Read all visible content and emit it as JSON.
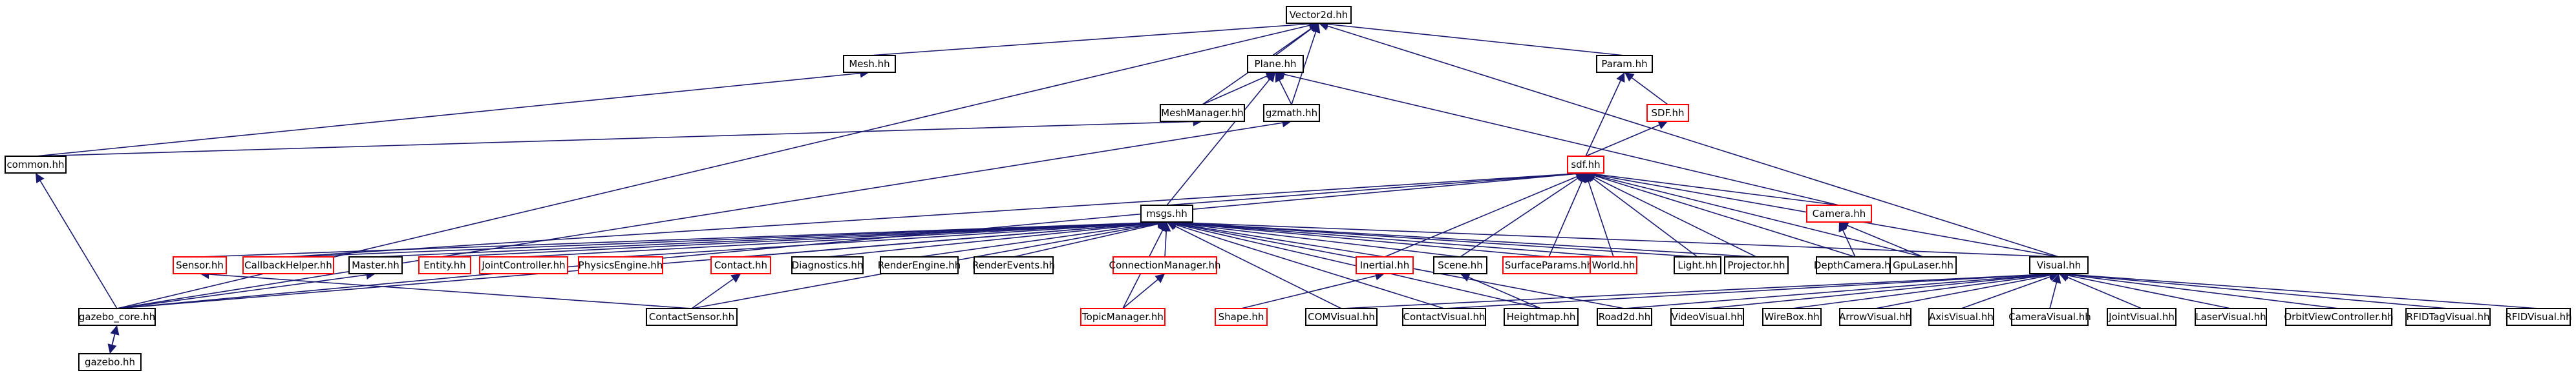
{
  "colors": {
    "normal_border": "#000000",
    "red_border": "#ff0000",
    "root_fill": "#bfbfbf",
    "edge": "#191970",
    "background": "#ffffff"
  },
  "nodes": [
    {
      "id": "vector2d",
      "label": "Vector2d.hh",
      "style": "root"
    },
    {
      "id": "mesh",
      "label": "Mesh.hh",
      "style": "normal"
    },
    {
      "id": "plane",
      "label": "Plane.hh",
      "style": "normal"
    },
    {
      "id": "param",
      "label": "Param.hh",
      "style": "normal"
    },
    {
      "id": "meshmanager",
      "label": "MeshManager.hh",
      "style": "normal"
    },
    {
      "id": "gzmath",
      "label": "gzmath.hh",
      "style": "normal"
    },
    {
      "id": "sdfcap",
      "label": "SDF.hh",
      "style": "red"
    },
    {
      "id": "common",
      "label": "common.hh",
      "style": "normal"
    },
    {
      "id": "sdf",
      "label": "sdf.hh",
      "style": "red"
    },
    {
      "id": "msgs",
      "label": "msgs.hh",
      "style": "normal"
    },
    {
      "id": "camera",
      "label": "Camera.hh",
      "style": "red"
    },
    {
      "id": "sensor",
      "label": "Sensor.hh",
      "style": "red"
    },
    {
      "id": "callbackhelper",
      "label": "CallbackHelper.hh",
      "style": "red"
    },
    {
      "id": "master",
      "label": "Master.hh",
      "style": "normal"
    },
    {
      "id": "entity",
      "label": "Entity.hh",
      "style": "red"
    },
    {
      "id": "jointcontroller",
      "label": "JointController.hh",
      "style": "red"
    },
    {
      "id": "physicsengine",
      "label": "PhysicsEngine.hh",
      "style": "red"
    },
    {
      "id": "contact",
      "label": "Contact.hh",
      "style": "red"
    },
    {
      "id": "diagnostics",
      "label": "Diagnostics.hh",
      "style": "normal"
    },
    {
      "id": "renderengine",
      "label": "RenderEngine.hh",
      "style": "normal"
    },
    {
      "id": "renderevents",
      "label": "RenderEvents.hh",
      "style": "normal"
    },
    {
      "id": "connectionmanager",
      "label": "ConnectionManager.hh",
      "style": "red"
    },
    {
      "id": "inertial",
      "label": "Inertial.hh",
      "style": "red"
    },
    {
      "id": "scene",
      "label": "Scene.hh",
      "style": "normal"
    },
    {
      "id": "surfaceparams",
      "label": "SurfaceParams.hh",
      "style": "red"
    },
    {
      "id": "world",
      "label": "World.hh",
      "style": "red"
    },
    {
      "id": "light",
      "label": "Light.hh",
      "style": "normal"
    },
    {
      "id": "projector",
      "label": "Projector.hh",
      "style": "normal"
    },
    {
      "id": "depthcamera",
      "label": "DepthCamera.hh",
      "style": "normal"
    },
    {
      "id": "gpulaser",
      "label": "GpuLaser.hh",
      "style": "normal"
    },
    {
      "id": "visual",
      "label": "Visual.hh",
      "style": "normal"
    },
    {
      "id": "gazebocore",
      "label": "gazebo_core.hh",
      "style": "normal"
    },
    {
      "id": "gazebo",
      "label": "gazebo.hh",
      "style": "normal"
    },
    {
      "id": "contactsensor",
      "label": "ContactSensor.hh",
      "style": "normal"
    },
    {
      "id": "topicmanager",
      "label": "TopicManager.hh",
      "style": "red"
    },
    {
      "id": "shape",
      "label": "Shape.hh",
      "style": "red"
    },
    {
      "id": "comvisual",
      "label": "COMVisual.hh",
      "style": "normal"
    },
    {
      "id": "contactvisual",
      "label": "ContactVisual.hh",
      "style": "normal"
    },
    {
      "id": "heightmap",
      "label": "Heightmap.hh",
      "style": "normal"
    },
    {
      "id": "road2d",
      "label": "Road2d.hh",
      "style": "normal"
    },
    {
      "id": "videovisual",
      "label": "VideoVisual.hh",
      "style": "normal"
    },
    {
      "id": "wirebox",
      "label": "WireBox.hh",
      "style": "normal"
    },
    {
      "id": "arrowvisual",
      "label": "ArrowVisual.hh",
      "style": "normal"
    },
    {
      "id": "axisvisual",
      "label": "AxisVisual.hh",
      "style": "normal"
    },
    {
      "id": "cameravisual",
      "label": "CameraVisual.hh",
      "style": "normal"
    },
    {
      "id": "jointvisual",
      "label": "JointVisual.hh",
      "style": "normal"
    },
    {
      "id": "laservisual",
      "label": "LaserVisual.hh",
      "style": "normal"
    },
    {
      "id": "orbitviewcontroller",
      "label": "OrbitViewController.hh",
      "style": "normal"
    },
    {
      "id": "rfidtagvisual",
      "label": "RFIDTagVisual.hh",
      "style": "normal"
    },
    {
      "id": "rfidvisual",
      "label": "RFIDVisual.hh",
      "style": "normal"
    }
  ],
  "edges": [
    [
      "mesh",
      "vector2d"
    ],
    [
      "plane",
      "vector2d"
    ],
    [
      "param",
      "vector2d"
    ],
    [
      "meshmanager",
      "vector2d"
    ],
    [
      "gzmath",
      "vector2d"
    ],
    [
      "common",
      "mesh"
    ],
    [
      "meshmanager",
      "plane"
    ],
    [
      "gzmath",
      "plane"
    ],
    [
      "msgs",
      "plane"
    ],
    [
      "camera",
      "plane"
    ],
    [
      "sdfcap",
      "param"
    ],
    [
      "sdf",
      "param"
    ],
    [
      "sdf",
      "sdfcap"
    ],
    [
      "common",
      "meshmanager"
    ],
    [
      "gazebocore",
      "gzmath"
    ],
    [
      "gazebocore",
      "common"
    ],
    [
      "msgs",
      "sdf"
    ],
    [
      "inertial",
      "sdf"
    ],
    [
      "scene",
      "sdf"
    ],
    [
      "surfaceparams",
      "sdf"
    ],
    [
      "world",
      "sdf"
    ],
    [
      "light",
      "sdf"
    ],
    [
      "projector",
      "sdf"
    ],
    [
      "depthcamera",
      "sdf"
    ],
    [
      "gpulaser",
      "sdf"
    ],
    [
      "visual",
      "sdf"
    ],
    [
      "callbackhelper",
      "sdf"
    ],
    [
      "gazebocore",
      "sdf"
    ],
    [
      "camera",
      "sdf"
    ],
    [
      "sensor",
      "msgs"
    ],
    [
      "callbackhelper",
      "msgs"
    ],
    [
      "master",
      "msgs"
    ],
    [
      "entity",
      "msgs"
    ],
    [
      "jointcontroller",
      "msgs"
    ],
    [
      "physicsengine",
      "msgs"
    ],
    [
      "contact",
      "msgs"
    ],
    [
      "diagnostics",
      "msgs"
    ],
    [
      "renderengine",
      "msgs"
    ],
    [
      "renderevents",
      "msgs"
    ],
    [
      "connectionmanager",
      "msgs"
    ],
    [
      "inertial",
      "msgs"
    ],
    [
      "scene",
      "msgs"
    ],
    [
      "surfaceparams",
      "msgs"
    ],
    [
      "world",
      "msgs"
    ],
    [
      "light",
      "msgs"
    ],
    [
      "projector",
      "msgs"
    ],
    [
      "visual",
      "msgs"
    ],
    [
      "gazebocore",
      "msgs"
    ],
    [
      "contactsensor",
      "msgs"
    ],
    [
      "topicmanager",
      "msgs"
    ],
    [
      "comvisual",
      "msgs"
    ],
    [
      "contactvisual",
      "msgs"
    ],
    [
      "heightmap",
      "msgs"
    ],
    [
      "road2d",
      "msgs"
    ],
    [
      "depthcamera",
      "camera"
    ],
    [
      "gpulaser",
      "camera"
    ],
    [
      "gazebocore",
      "master"
    ],
    [
      "contactsensor",
      "sensor"
    ],
    [
      "contactsensor",
      "contact"
    ],
    [
      "topicmanager",
      "connectionmanager"
    ],
    [
      "shape",
      "inertial"
    ],
    [
      "heightmap",
      "scene"
    ],
    [
      "visual",
      "vector2d"
    ],
    [
      "comvisual",
      "visual"
    ],
    [
      "contactvisual",
      "visual"
    ],
    [
      "road2d",
      "visual"
    ],
    [
      "videovisual",
      "visual"
    ],
    [
      "wirebox",
      "visual"
    ],
    [
      "arrowvisual",
      "visual"
    ],
    [
      "axisvisual",
      "visual"
    ],
    [
      "cameravisual",
      "visual"
    ],
    [
      "jointvisual",
      "visual"
    ],
    [
      "laservisual",
      "visual"
    ],
    [
      "orbitviewcontroller",
      "visual"
    ],
    [
      "rfidtagvisual",
      "visual"
    ],
    [
      "rfidvisual",
      "visual"
    ],
    [
      "gazebo",
      "gazebocore"
    ],
    [
      "gazebocore",
      "gazebo"
    ],
    [
      "gazebocore",
      "vector2d"
    ]
  ]
}
